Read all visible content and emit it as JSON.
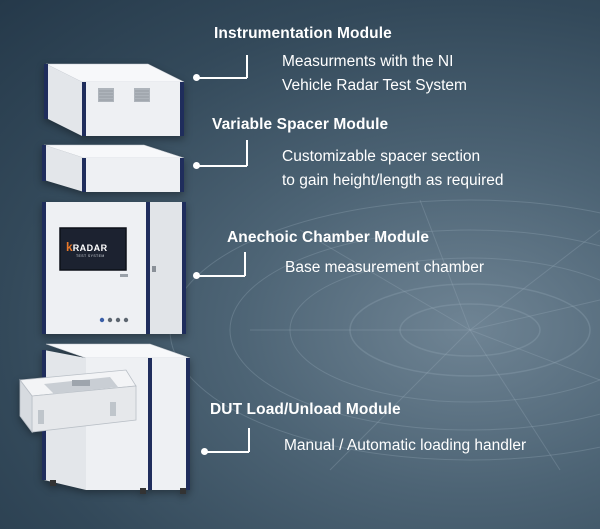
{
  "modules": [
    {
      "title": "Instrumentation Module",
      "desc": [
        "Measurments with the NI",
        "Vehicle Radar Test System"
      ]
    },
    {
      "title": "Variable Spacer Module",
      "desc": [
        "Customizable spacer section",
        "to gain height/length as required"
      ]
    },
    {
      "title": "Anechoic Chamber Module",
      "desc": [
        "Base measurement chamber"
      ]
    },
    {
      "title": "DUT Load/Unload Module",
      "desc": [
        "Manual / Automatic loading handler"
      ]
    }
  ],
  "screen_logo": {
    "mark": "k",
    "text": "RADAR",
    "sub": "TEST SYSTEM"
  },
  "colors": {
    "background": "#2e4354",
    "panel": "#eef0f3",
    "panel_shade": "#cfd4da",
    "frame": "#1f2d5c",
    "screen": "#1c2230",
    "accent": "#e8782a",
    "text": "#ffffff"
  }
}
